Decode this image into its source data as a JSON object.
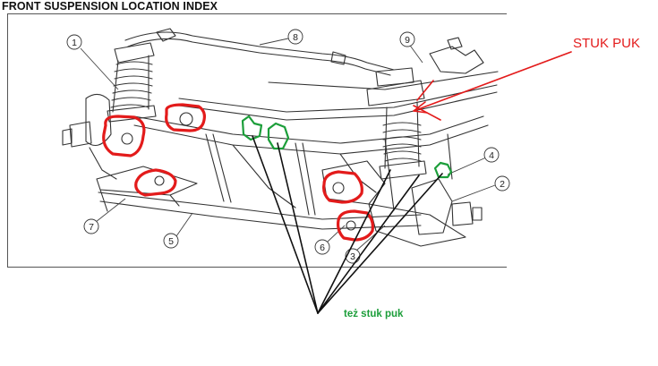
{
  "header": {
    "title": "FRONT SUSPENSION LOCATION INDEX"
  },
  "callouts": [
    {
      "id": "c1",
      "label": "1"
    },
    {
      "id": "c2",
      "label": "2"
    },
    {
      "id": "c3",
      "label": "3"
    },
    {
      "id": "c4",
      "label": "4"
    },
    {
      "id": "c5",
      "label": "5"
    },
    {
      "id": "c6",
      "label": "6"
    },
    {
      "id": "c7",
      "label": "7"
    },
    {
      "id": "c8",
      "label": "8"
    },
    {
      "id": "c9",
      "label": "9"
    }
  ],
  "annotations": {
    "red_label": "STUK PUK",
    "green_label": "też stuk puk"
  },
  "colors": {
    "red_marker": "#e31b1b",
    "green_marker": "#1c9e3a",
    "drawing_line": "#333333",
    "callout_line": "#444444"
  }
}
